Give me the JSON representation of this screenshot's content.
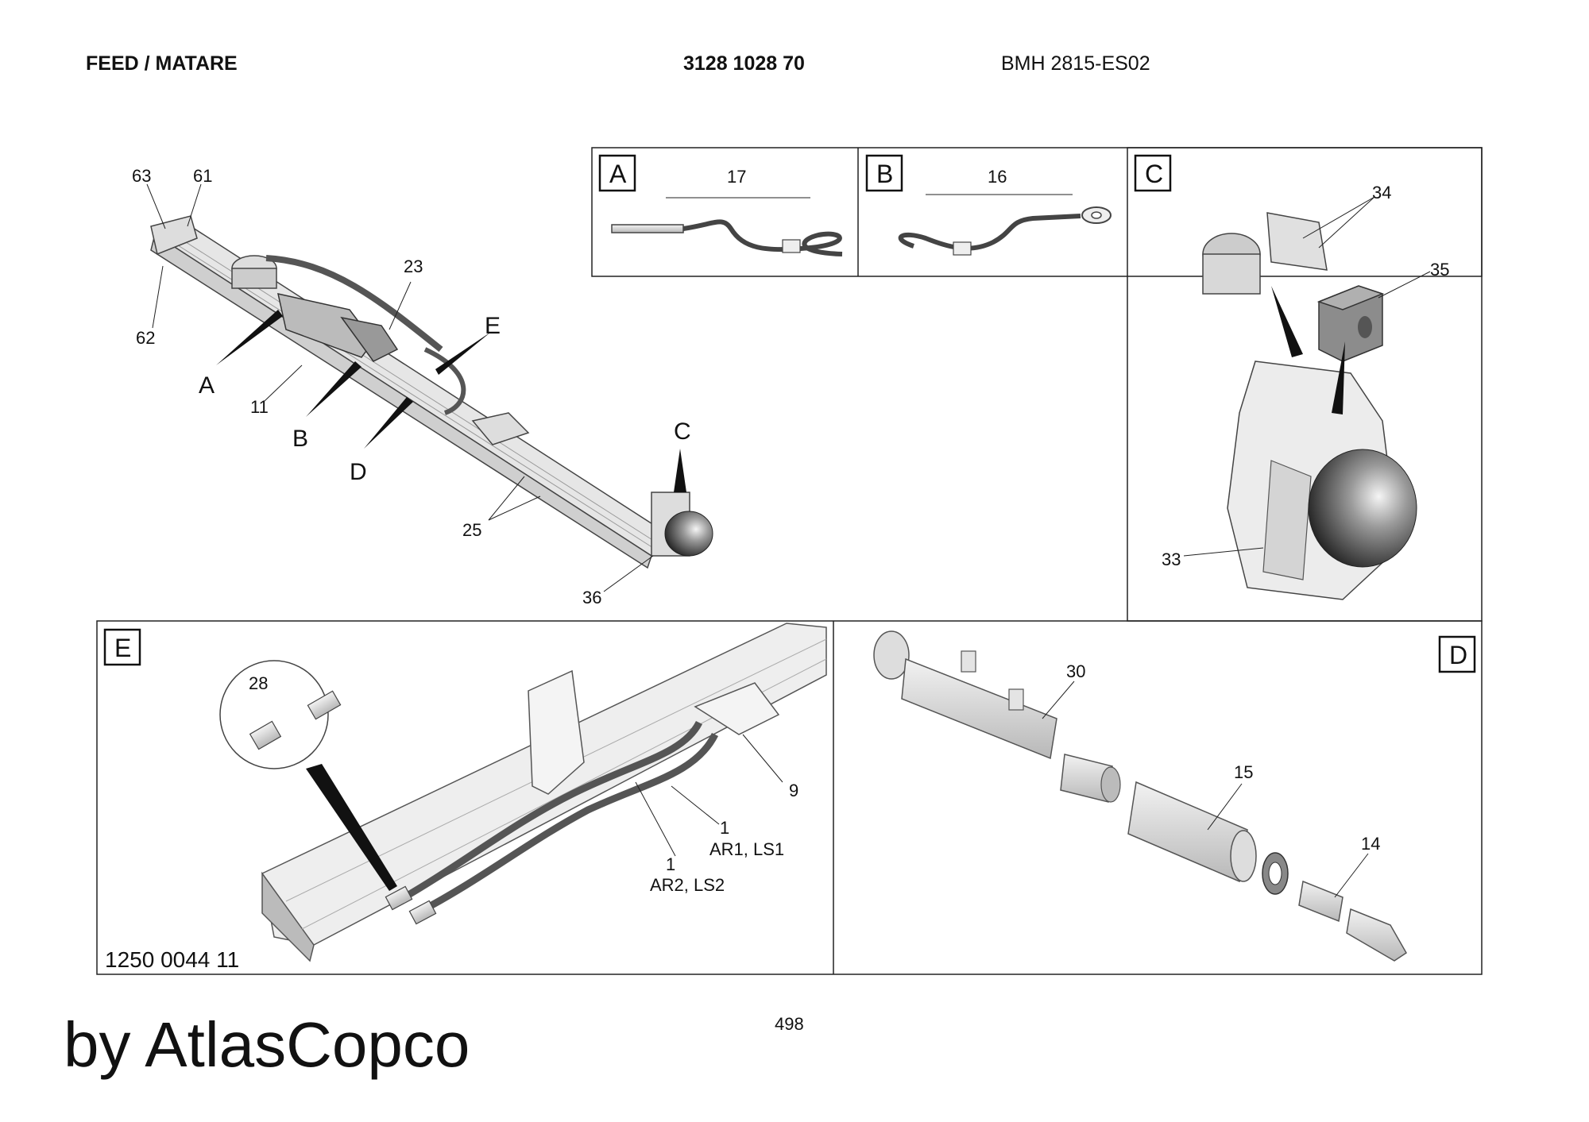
{
  "header": {
    "title": "FEED / MATARE",
    "part_number": "3128 1028 70",
    "model": "BMH 2815-ES02"
  },
  "footer": {
    "brand": "by AtlasCopco",
    "page": "498"
  },
  "main_view": {
    "callouts": {
      "c63": "63",
      "c61": "61",
      "c62": "62",
      "c23": "23",
      "c11": "11",
      "c25": "25",
      "c36": "36"
    },
    "letters": {
      "A": "A",
      "B": "B",
      "C": "C",
      "D": "D",
      "E": "E"
    }
  },
  "detail_a": {
    "label": "A",
    "callout": "17"
  },
  "detail_b": {
    "label": "B",
    "callout": "16"
  },
  "detail_c": {
    "label": "C",
    "callouts": {
      "c34": "34",
      "c35": "35",
      "c33": "33"
    }
  },
  "detail_e": {
    "label": "E",
    "callouts": {
      "c28": "28",
      "c9": "9",
      "c1a": "1",
      "c1a_sub": "AR1, LS1",
      "c1b": "1",
      "c1b_sub": "AR2, LS2"
    },
    "reference": "1250 0044 11"
  },
  "detail_d": {
    "label": "D",
    "callouts": {
      "c30": "30",
      "c15": "15",
      "c14": "14"
    }
  }
}
